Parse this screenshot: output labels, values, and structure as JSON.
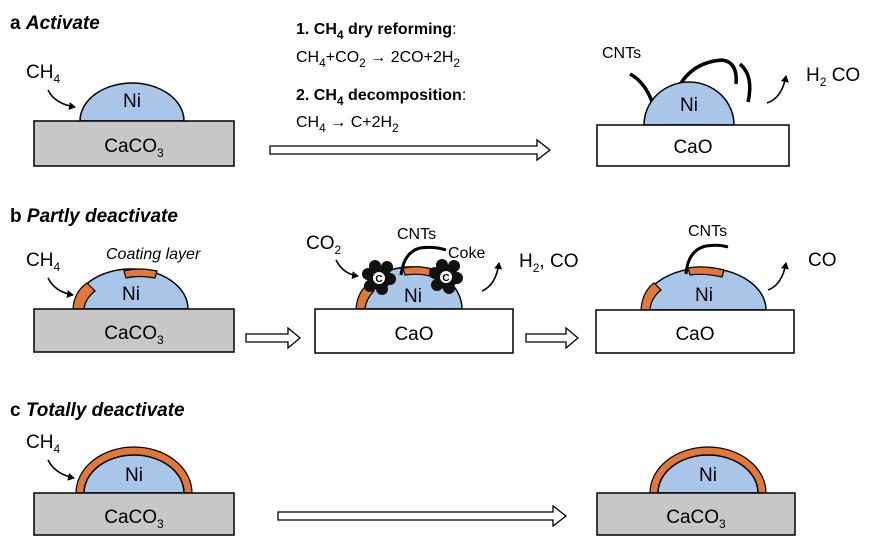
{
  "panels": {
    "a": {
      "letter": "a",
      "title": "Activate"
    },
    "b": {
      "letter": "b",
      "title": "Partly deactivate"
    },
    "c": {
      "letter": "c",
      "title": "Totally deactivate"
    }
  },
  "reactions": {
    "r1_title": "1. CH",
    "r1_title_sub": "4",
    "r1_title_rest": " dry reforming",
    "r1_colon": ":",
    "r1_eq": [
      "CH",
      "4",
      "+CO",
      "2",
      " → 2CO+2H",
      "2"
    ],
    "r2_title": "2. CH",
    "r2_title_sub": "4",
    "r2_title_rest": " decomposition",
    "r2_colon": ":",
    "r2_eq": [
      "CH",
      "4",
      " → C+2H",
      "2"
    ]
  },
  "labels": {
    "ni": "Ni",
    "caco3_main": "CaCO",
    "caco3_sub": "3",
    "cao": "CaO",
    "ch4_main": "CH",
    "ch4_sub": "4",
    "co2_main": "CO",
    "co2_sub": "2",
    "cnts": "CNTs",
    "coke": "Coke",
    "coating": "Coating layer",
    "h2co_a_main": "H",
    "h2co_a_sub": "2",
    "h2co_a_rest": " CO",
    "h2co_b_main": "H",
    "h2co_b_sub": "2",
    "h2co_b_rest": ", CO",
    "co": "CO",
    "c": "C"
  },
  "colors": {
    "ni_fill": "#a9c6e8",
    "caco3_fill": "#c8c6c6",
    "coating": "#e2773a",
    "outline": "#000000"
  }
}
